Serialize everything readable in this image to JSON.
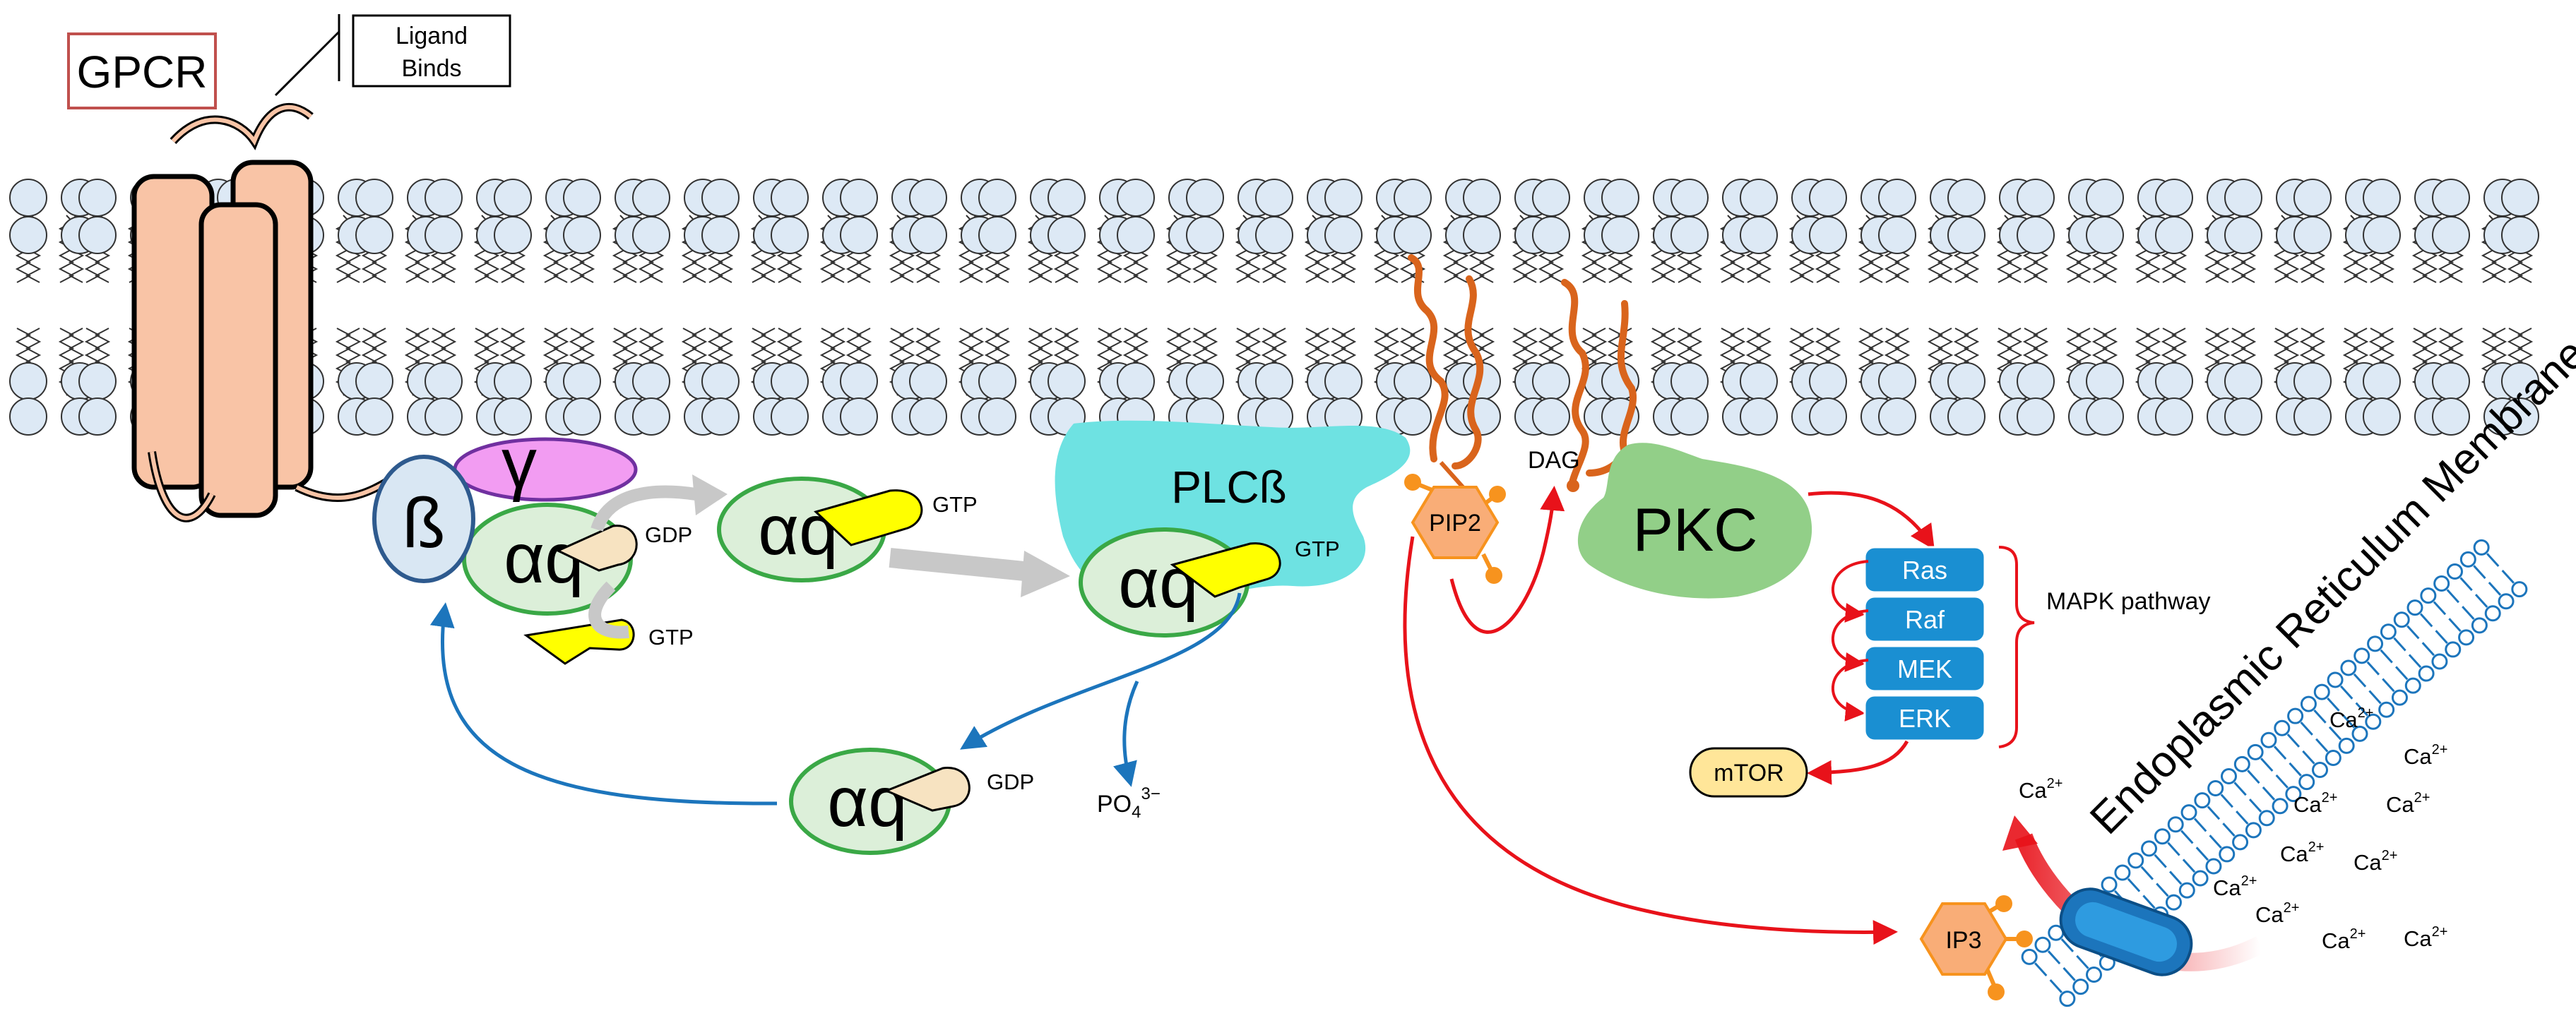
{
  "labels": {
    "gpcr": "GPCR",
    "ligand_line1": "Ligand",
    "ligand_line2": "Binds",
    "gamma": "γ",
    "beta": "ß",
    "alpha_q": "αq",
    "gdp": "GDP",
    "gtp": "GTP",
    "plc": "PLCß",
    "pip2": "PIP2",
    "dag": "DAG",
    "pkc": "PKC",
    "ip3": "IP3",
    "phosphate_base": "PO",
    "phosphate_sub": "4",
    "phosphate_sup": "3−",
    "mapk_pathway": "MAPK pathway",
    "mtor": "mTOR",
    "er_membrane": "Endoplasmic Reticulum Membrane",
    "calcium_base": "Ca",
    "calcium_sup": "2+"
  },
  "mapk": [
    "Ras",
    "Raf",
    "MEK",
    "ERK"
  ],
  "colors": {
    "membrane_head": "#dde9f5",
    "gpcr": "#f9c4a6",
    "gamma": "#f29cf2",
    "beta": "#d9e7f3",
    "alpha": "#dcefd9",
    "alpha_border": "#3aa846",
    "gtp": "#ffff00",
    "gdp": "#f7e3c1",
    "plc": "#6ee2e2",
    "pkc": "#92cf88",
    "pip2": "#f9ad77",
    "lipid_tail": "#d9641c",
    "mapk_box": "#1a8fd2",
    "mtor": "#ffe699",
    "red_arrow": "#e8121a",
    "blue_arrow": "#1c75bc",
    "gray_arrow": "#c8c8c8",
    "er": "#1c75bc"
  }
}
